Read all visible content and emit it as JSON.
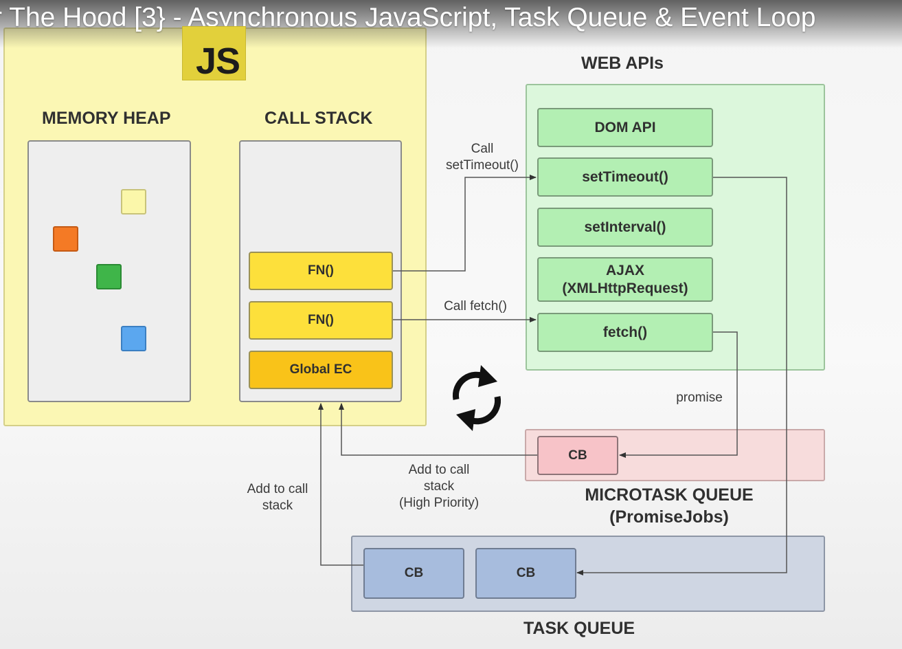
{
  "video_title": "r The Hood [3} - Asynchronous JavaScript, Task Queue & Event Loop",
  "js_engine": {
    "logo": "JS",
    "memory_heap": {
      "label": "MEMORY HEAP"
    },
    "call_stack": {
      "label": "CALL STACK",
      "frames": [
        "FN()",
        "FN()",
        "Global EC"
      ]
    }
  },
  "web_apis": {
    "label": "WEB APIs",
    "items": [
      "DOM API",
      "setTimeout()",
      "setInterval()",
      "AJAX\n(XMLHttpRequest)",
      "fetch()"
    ]
  },
  "microtask_queue": {
    "label": "MICROTASK QUEUE\n(PromiseJobs)",
    "items": [
      "CB"
    ]
  },
  "task_queue": {
    "label": "TASK QUEUE",
    "items": [
      "CB",
      "CB"
    ]
  },
  "edge_labels": {
    "call_settimeout": "Call\nsetTimeout()",
    "call_fetch": "Call fetch()",
    "promise": "promise",
    "add_to_call_stack_high": "Add to call\nstack\n(High Priority)",
    "add_to_call_stack": "Add to call\nstack"
  },
  "colors": {
    "js_panel": "#fbf7b4",
    "fn_frame": "#fde03b",
    "global_ec": "#f9c319",
    "web_apis_panel": "#dcf7dc",
    "api_item": "#b3efb3",
    "microtask_panel": "#f7dcdc",
    "microtask_cb": "#f7c3c8",
    "task_panel": "#cfd6e3",
    "task_cb": "#a7bcdd",
    "heap_objects": [
      "#fbf7aa",
      "#f47a25",
      "#3fb549",
      "#5ba7ef"
    ]
  }
}
